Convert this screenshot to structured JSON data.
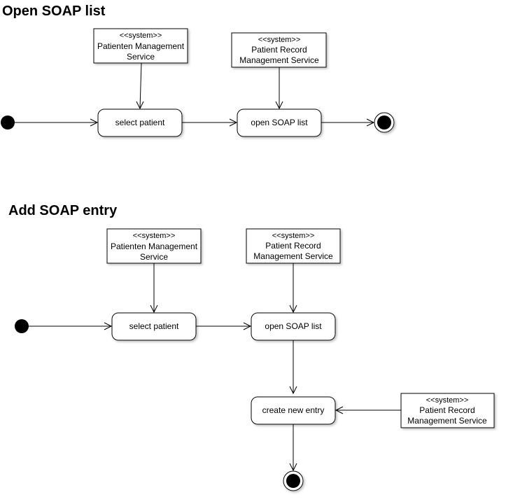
{
  "diagrams": [
    {
      "title": "Open SOAP list",
      "systems": [
        {
          "stereotype": "<<system>>",
          "line1": "Patienten Management",
          "line2": "Service"
        },
        {
          "stereotype": "<<system>>",
          "line1": "Patient Record",
          "line2": "Management Service"
        }
      ],
      "actions": [
        "select patient",
        "open SOAP list"
      ]
    },
    {
      "title": "Add SOAP entry",
      "systems": [
        {
          "stereotype": "<<system>>",
          "line1": "Patienten Management",
          "line2": "Service"
        },
        {
          "stereotype": "<<system>>",
          "line1": "Patient Record",
          "line2": "Management Service"
        },
        {
          "stereotype": "<<system>>",
          "line1": "Patient Record",
          "line2": "Management Service"
        }
      ],
      "actions": [
        "select patient",
        "open SOAP list",
        "create new entry"
      ]
    }
  ]
}
